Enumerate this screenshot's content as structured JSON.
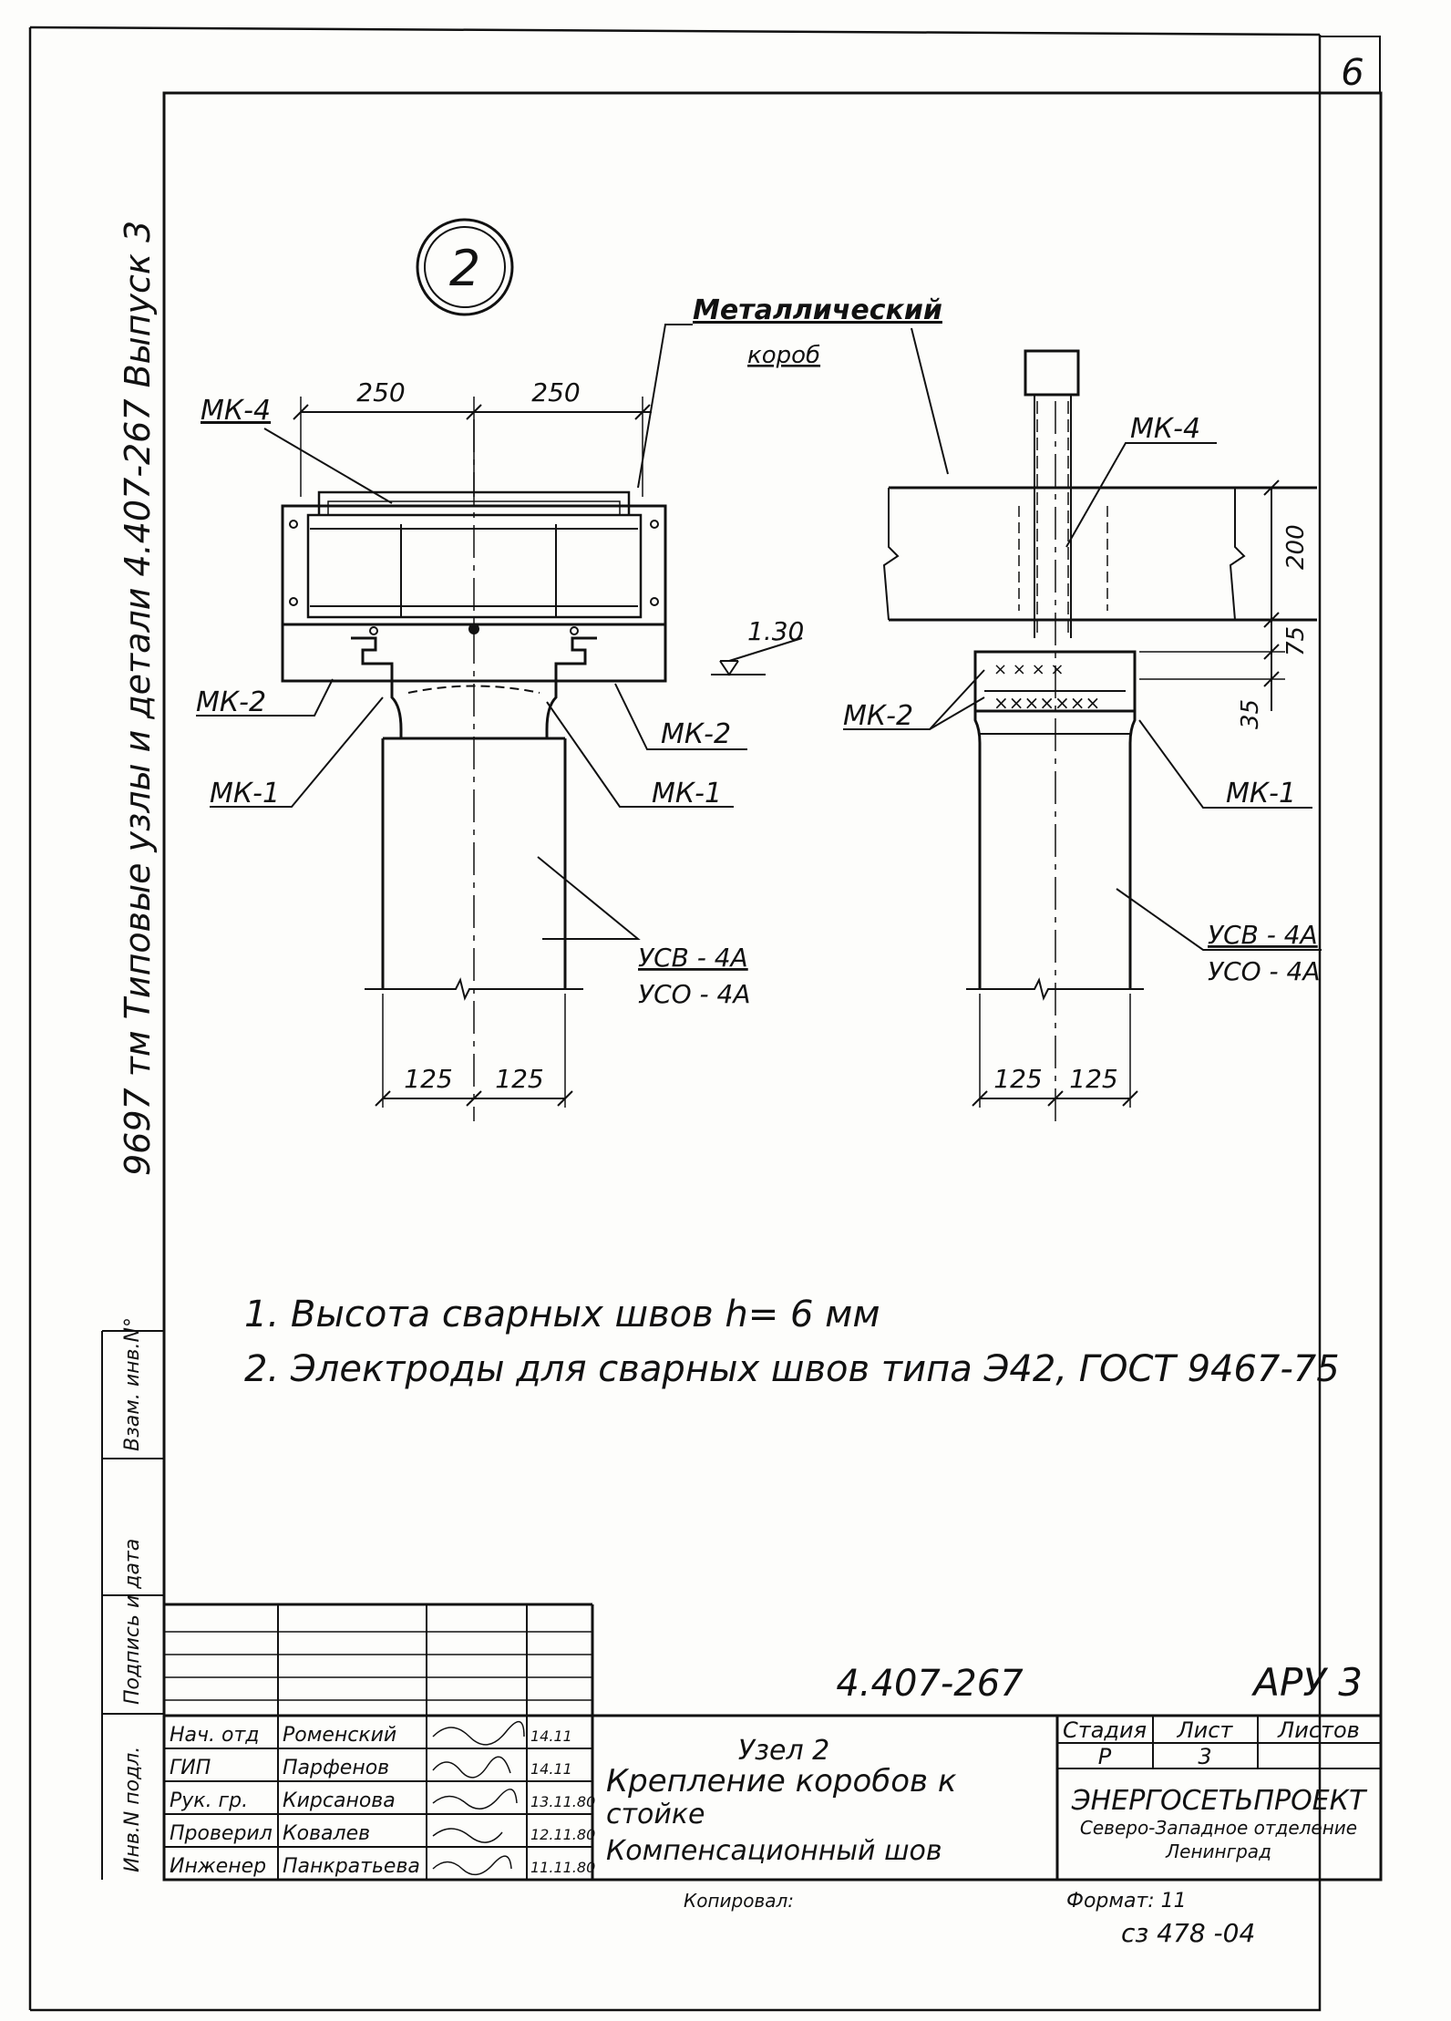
{
  "sheet_number": "6",
  "side_strip": {
    "series_title": "9697 тм  Типовые  узлы  и  детали 4.407-267  Выпуск 3",
    "fields": [
      "Взам. инв.N°",
      "Подпись и дата",
      "Инв.N подл."
    ]
  },
  "node_number": "2",
  "labels": {
    "box": [
      "Металлический",
      "короб"
    ],
    "mk4": "МК-4",
    "mk2": "МК-2",
    "mk1": "МК-1",
    "post": [
      "УСВ - 4А",
      "УСО - 4А"
    ],
    "level": "1.30"
  },
  "dimensions": {
    "front_top": [
      "250",
      "250"
    ],
    "front_bottom": [
      "125",
      "125"
    ],
    "side_bottom": [
      "125",
      "125"
    ],
    "side_height": [
      "200",
      "75",
      "35"
    ]
  },
  "notes": [
    "1. Высота  сварных  швов  h= 6 мм",
    "2. Электроды  для  сварных  швов  типа  Э42, ГОСТ 9467-75"
  ],
  "title_block": {
    "designation": "4.407-267",
    "code": "АРУ 3",
    "staff": [
      {
        "role": "Нач. отд",
        "name": "Роменский",
        "date": "14.11"
      },
      {
        "role": "ГИП",
        "name": "Парфенов",
        "date": "14.11"
      },
      {
        "role": "Рук. гр.",
        "name": "Кирсанова",
        "date": "13.11.80"
      },
      {
        "role": "Проверил",
        "name": "Ковалев",
        "date": "12.11.80"
      },
      {
        "role": "Инженер",
        "name": "Панкратьева",
        "date": "11.11.80"
      }
    ],
    "title": [
      "Узел 2",
      "Крепление  коробов  к",
      "стойке",
      "Компенсационный  шов"
    ],
    "stage_header": [
      "Стадия",
      "Лист",
      "Листов"
    ],
    "stage": "Р",
    "sheet": "3",
    "sheets": "",
    "org": [
      "ЭНЕРГОСЕТЬПРОЕКТ",
      "Северо-Западное отделение",
      "Ленинград"
    ],
    "copied": "Копировал:",
    "format": "Формат: 11",
    "archive": "сз 478 -04"
  }
}
